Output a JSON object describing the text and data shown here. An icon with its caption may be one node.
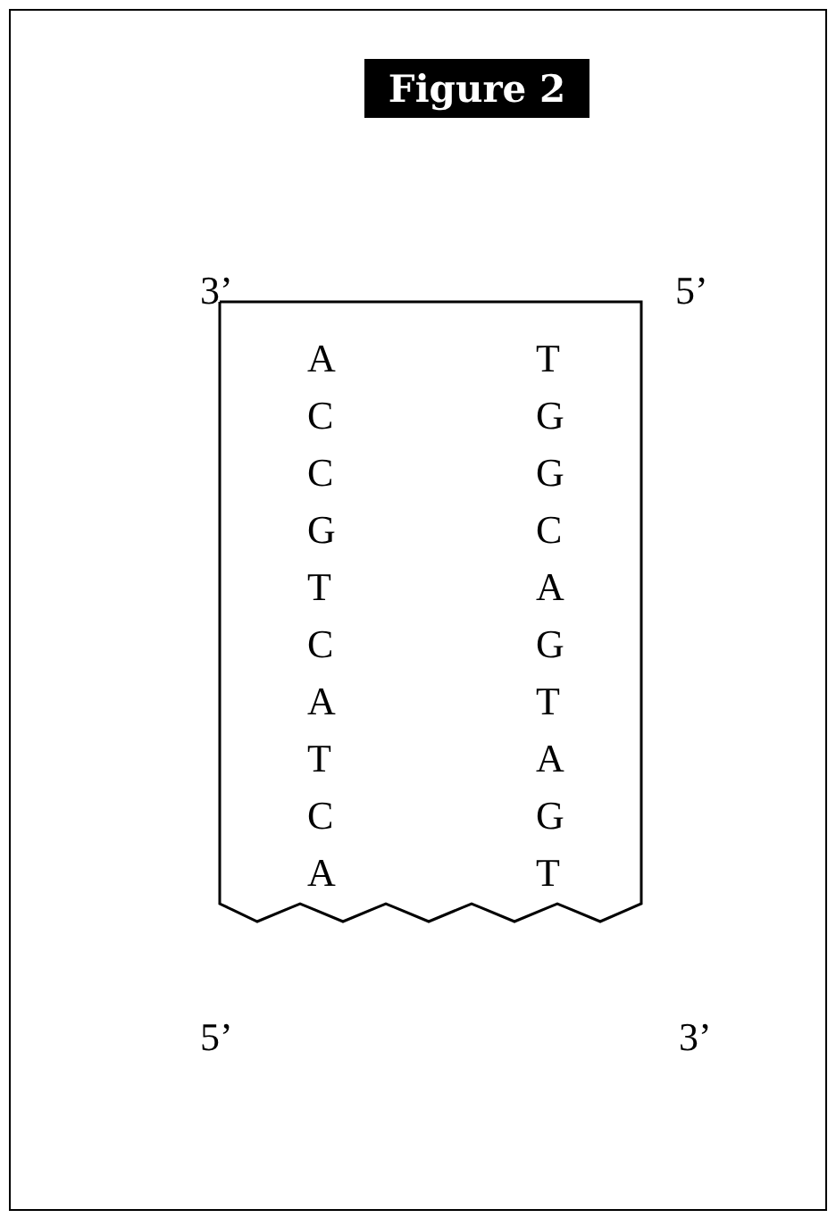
{
  "diagram": {
    "title": "Figure 2",
    "nodes": [
      {
        "text": [
          "A",
          "T",
          "C",
          "G",
          "C",
          "G",
          "G",
          "C",
          "T",
          "A",
          "C",
          "G",
          "A",
          "T",
          "T",
          "A",
          "C",
          "G",
          "A",
          "T"
        ]
      }
    ],
    "labels": [
      "3’",
      "5’",
      "5’",
      "3’"
    ]
  }
}
